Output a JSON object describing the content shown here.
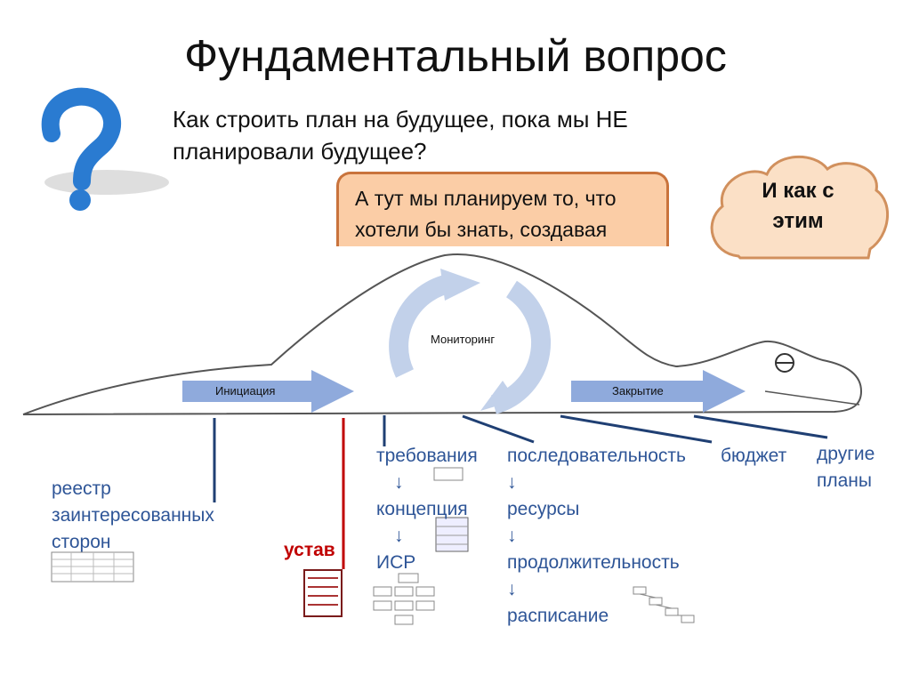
{
  "title": "Фундаментальный вопрос",
  "question": {
    "line1": "Как строить план на будущее, пока мы НЕ",
    "line2": "планировали будущее?"
  },
  "callout": {
    "line1": "А тут мы планируем то, что",
    "line2": "хотели бы знать, создавая"
  },
  "cloud": {
    "line1": "И как с",
    "line2": "этим"
  },
  "diagram": {
    "initiation": "Инициация",
    "monitoring": "Мониторинг",
    "closing": "Закрытие"
  },
  "outputs": {
    "stakeholders": [
      "реестр",
      "заинтересованных",
      "сторон"
    ],
    "charter": "устав",
    "scope": [
      "требования",
      "↓",
      "концепция",
      "↓",
      "ИСР"
    ],
    "schedule": [
      "последовательность",
      "↓",
      "ресурсы",
      "↓",
      "продолжительность",
      "↓",
      "расписание"
    ],
    "budget": "бюджет",
    "other": [
      "другие",
      "планы"
    ]
  },
  "colors": {
    "blue_line": "#1f3f73",
    "red_line": "#c00000",
    "label_blue": "#2e5597",
    "arrow_fill": "#8faadc",
    "callout_fill": "#fbcda6",
    "cloud_fill": "#fbe0c6"
  }
}
